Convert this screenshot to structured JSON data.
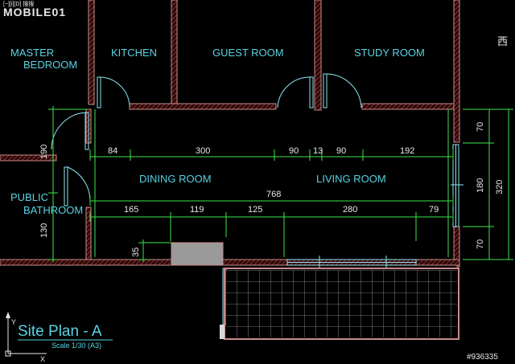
{
  "watermark": {
    "top_left": "MOBILE01",
    "top_left_small": "[~][i][D] 搜搜",
    "right_char": "西",
    "id": "#936335"
  },
  "rooms": {
    "master_bedroom_1": "MASTER",
    "master_bedroom_2": "BEDROOM",
    "kitchen": "KITCHEN",
    "guest_room": "GUEST ROOM",
    "study_room": "STUDY ROOM",
    "dining_room": "DINING ROOM",
    "living_room": "LIVING ROOM",
    "public_bathroom_1": "PUBLIC",
    "public_bathroom_2": "BATHROOM"
  },
  "dimensions": {
    "top_row": [
      "84",
      "300",
      "90",
      "13",
      "90",
      "192"
    ],
    "total": "768",
    "bottom_row": [
      "165",
      "119",
      "125",
      "280",
      "79"
    ],
    "left_upper": "190",
    "left_lower": "130",
    "small_vertical": "35",
    "right_inner": [
      "70",
      "180",
      "70"
    ],
    "right_total": "320"
  },
  "title_block": {
    "title": "Site Plan - A",
    "scale": "Scale 1/30 (A3)"
  },
  "colors": {
    "background": "#000000",
    "room_text": "#59d3e3",
    "dimension_line": "#3ee64a",
    "wall": "#c98b8b",
    "door_window": "#8fe8f5"
  }
}
